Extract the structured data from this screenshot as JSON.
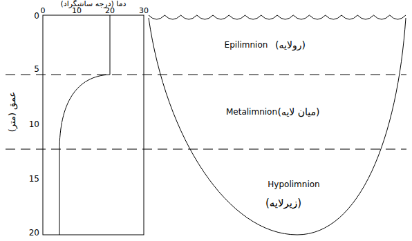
{
  "diagram": {
    "labels": [
      "دما (درجه سانتیگراد)",
      "0",
      "10",
      "20",
      "30",
      "0",
      "5",
      "10",
      "15",
      "20",
      "عمق (متر)",
      "Epilimnion",
      "(رولایه)",
      "Metalimnion",
      "(میان لایه)",
      "Hypolimnion",
      "(زیرلایه)"
    ]
  }
}
